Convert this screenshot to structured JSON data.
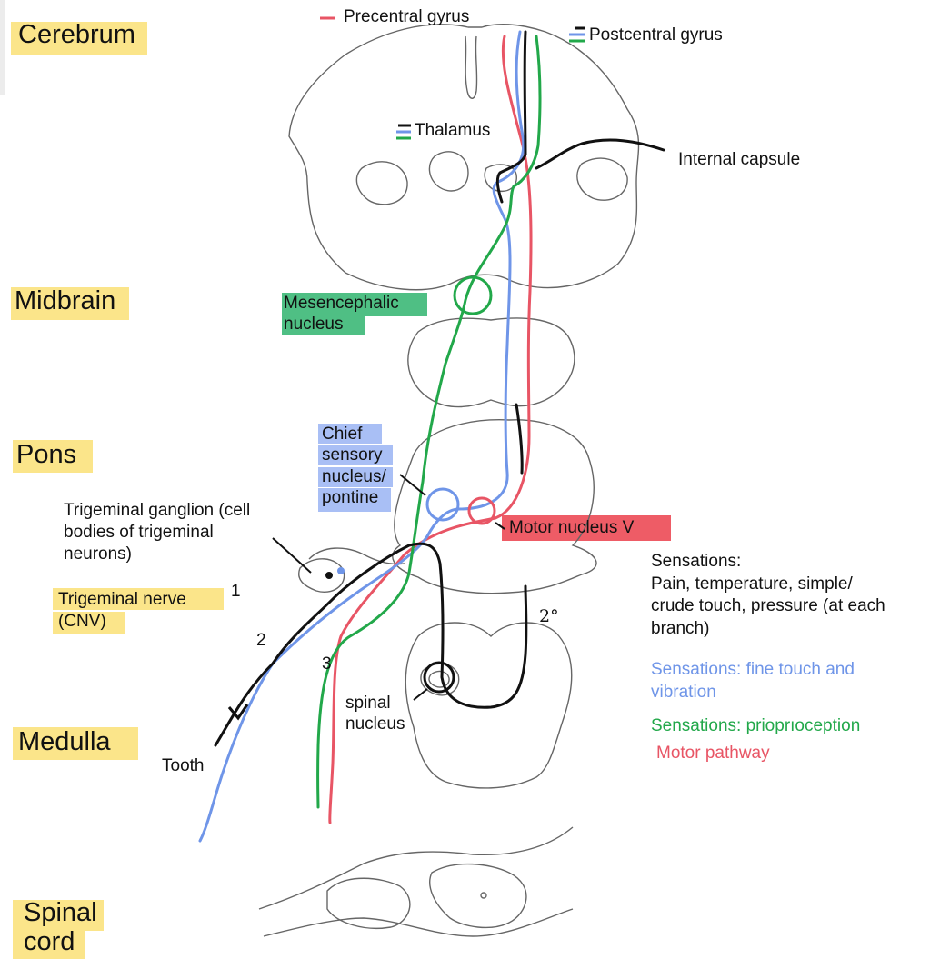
{
  "colors": {
    "motor": "#e85565",
    "fine_touch": "#6f95e8",
    "proprioception": "#22a84a",
    "pain_temp": "#111111",
    "highlight_yellow": "#fbe58a",
    "highlight_green": "#4fbf84",
    "highlight_blue": "#a9bff5",
    "highlight_red": "#ee5c66",
    "outline": "#555555"
  },
  "regions": {
    "cerebrum": "Cerebrum",
    "midbrain": "Midbrain",
    "pons": "Pons",
    "medulla": "Medulla",
    "spinal_cord": "Spinal\ncord"
  },
  "labels": {
    "precentral": "Precentral gyrus",
    "postcentral": "Postcentral gyrus",
    "thalamus": "Thalamus",
    "internal_capsule": "Internal capsule",
    "mesencephalic": "Mesencephalic\nnucleus",
    "chief_sensory": "Chief\nsensory\nnucleus/\npontine",
    "trigeminal_ganglion": "Trigeminal ganglion (cell\nbodies of trigeminal\nneurons)",
    "trigeminal_nerve": "Trigeminal nerve\n(CNV)",
    "motor_nucleus": "Motor nucleus V",
    "spinal_nucleus": "spinal\nnucleus",
    "tooth": "Tooth",
    "branch_1": "1",
    "branch_2": "2",
    "branch_3": "3",
    "second_order": "2°"
  },
  "legend": {
    "black": "Sensations:\nPain, temperature, simple/\ncrude touch, pressure (at each\nbranch)",
    "blue": "Sensations: fine touch and\nvibration",
    "green": "Sensations: prioprıoception",
    "red": "Motor pathway"
  },
  "icons": [
    "dash-legend-icon",
    "ganglion-cell-icon",
    "arrow-icon"
  ]
}
